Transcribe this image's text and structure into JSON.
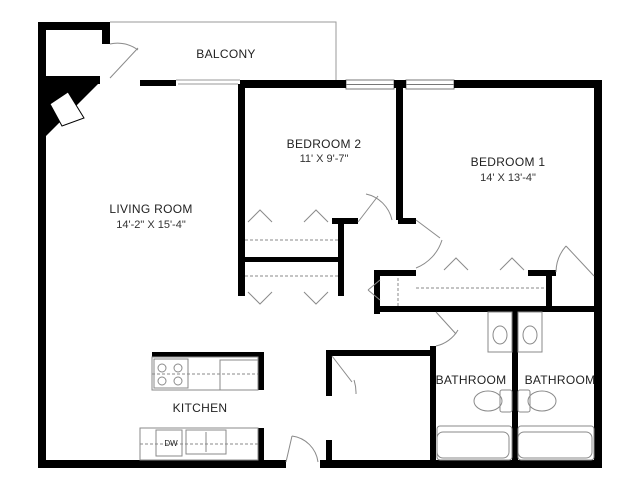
{
  "floorplan": {
    "rooms": {
      "balcony": {
        "name": "BALCONY"
      },
      "bedroom2": {
        "name": "BEDROOM 2",
        "dimensions": "11' X 9'-7\""
      },
      "bedroom1": {
        "name": "BEDROOM 1",
        "dimensions": "14' X 13'-4\""
      },
      "living_room": {
        "name": "LIVING ROOM",
        "dimensions": "14'-2\" X 15'-4\""
      },
      "kitchen": {
        "name": "KITCHEN"
      },
      "bathroom_left": {
        "name": "BATHROOM"
      },
      "bathroom_right": {
        "name": "BATHROOM"
      }
    },
    "appliances": {
      "dishwasher": "DW"
    },
    "colors": {
      "wall": "#000000",
      "fixture": "#888888",
      "background": "#ffffff"
    }
  }
}
